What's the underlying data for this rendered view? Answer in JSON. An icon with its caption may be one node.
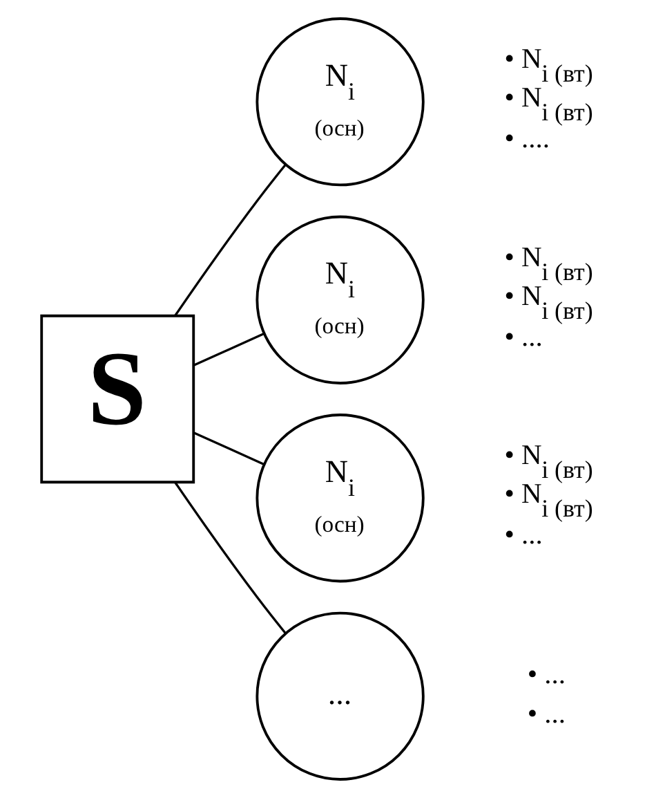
{
  "diagram": {
    "nodes": [
      {
        "text": [
          "S"
        ]
      },
      {
        "text": [
          "N$_{i}$",
          "(осн)"
        ],
        "beside": [
          "• N$_{i (вт)}$",
          "• N$_{i (вт)}$",
          "• ...."
        ]
      },
      {
        "text": [
          "N$_{i}$",
          "(осн)"
        ],
        "beside": [
          "• N$_{i (вт)}$",
          "• N$_{i (вт)}$",
          "• ..."
        ]
      },
      {
        "text": [
          "N$_{i}$",
          "(осн)"
        ],
        "beside": [
          "• N$_{i (вт)}$",
          "• N$_{i (вт)}$",
          "• ..."
        ]
      },
      {
        "text": [
          "..."
        ],
        "beside": [
          "• ...",
          "• ..."
        ]
      }
    ],
    "edges": [
      {
        "from": 0,
        "to": 1,
        "arrow": "none"
      },
      {
        "from": 0,
        "to": 2,
        "arrow": "none"
      },
      {
        "from": 0,
        "to": 3,
        "arrow": "none"
      },
      {
        "from": 0,
        "to": 4,
        "arrow": "none"
      }
    ]
  }
}
